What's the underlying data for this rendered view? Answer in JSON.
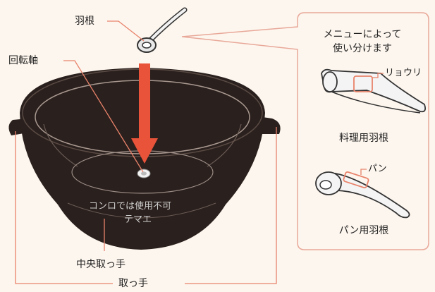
{
  "labels": {
    "blade": "羽根",
    "rotating_shaft": "回転軸",
    "center_handle": "中央取っ手",
    "handles": "取っ手"
  },
  "pot_text": {
    "line1": "コンロでは使用不可",
    "line2": "テマエ"
  },
  "callout": {
    "line1": "メニューによって",
    "line2": "使い分けます",
    "cooking_blade_mark": "リョウリ",
    "cooking_blade_name": "料理用羽根",
    "bread_blade_mark": "パン",
    "bread_blade_name": "パン用羽根"
  },
  "colors": {
    "leader_line": "#e8836b",
    "arrow": "#e8533a",
    "pot": "#2a201d",
    "background": "#fdf6ee",
    "callout_border": "#e8a899"
  }
}
